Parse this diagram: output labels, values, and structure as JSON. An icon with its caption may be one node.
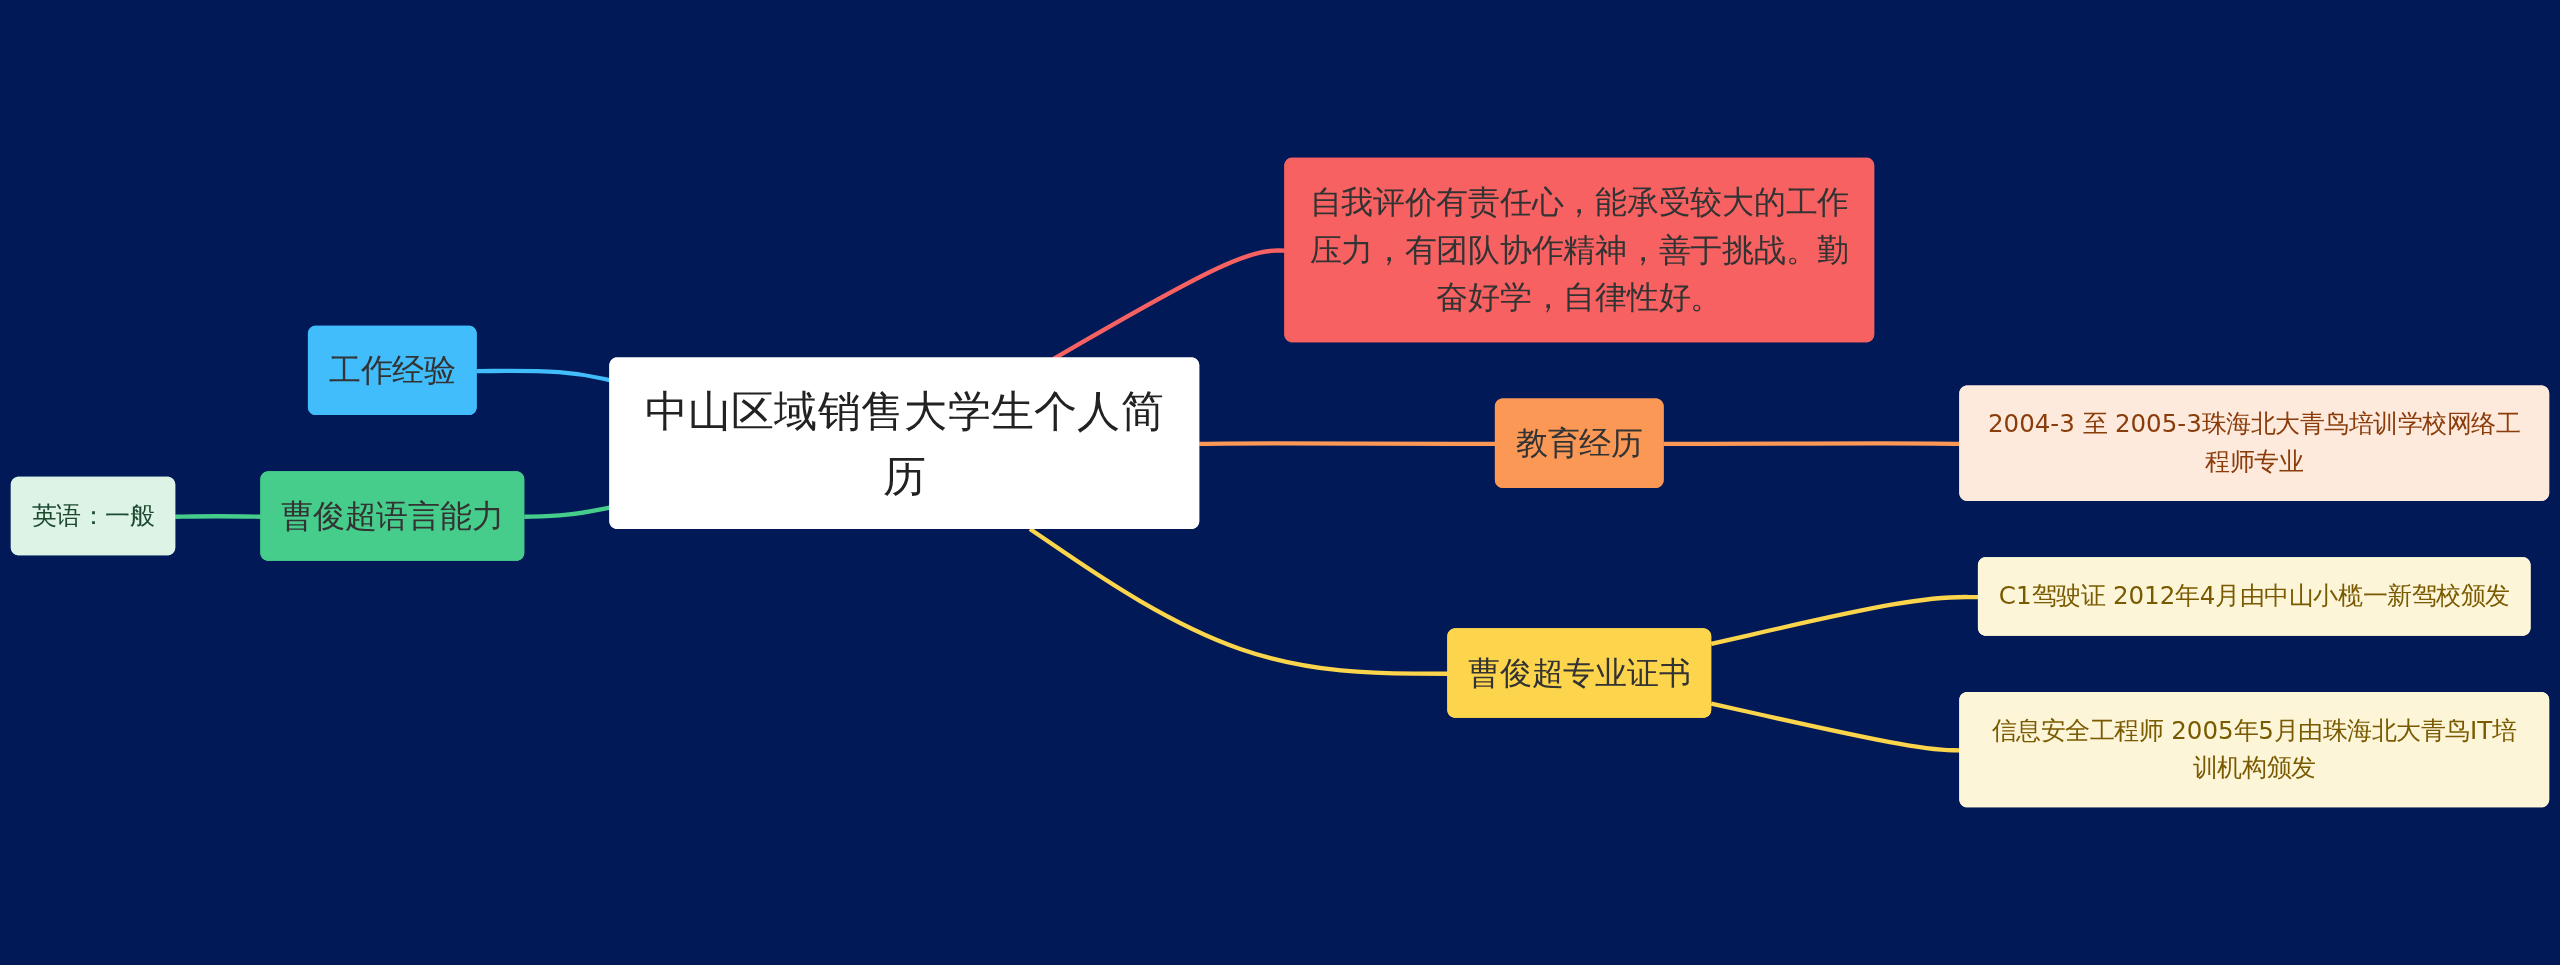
{
  "diagram": {
    "nodes": [
      {
        "text": [
          "中山区域销售大学生个人简历"
        ]
      },
      {
        "text": [
          "自我评价有责任心，能承受较大的工作压力，有团队协作精神，善于挑战。勤奋好学，自律性好。"
        ]
      },
      {
        "text": [
          "教育经历"
        ]
      },
      {
        "text": [
          "2004-3 至 2005-3珠海北大青鸟培训学校网络工程师专业"
        ]
      },
      {
        "text": [
          "曹俊超专业证书"
        ]
      },
      {
        "text": [
          "C1驾驶证 2012年4月由中山小榄一新驾校颁发"
        ]
      },
      {
        "text": [
          "信息安全工程师 2005年5月由珠海北大青鸟IT培训机构颁发"
        ]
      },
      {
        "text": [
          "工作经验"
        ]
      },
      {
        "text": [
          "曹俊超语言能力"
        ]
      },
      {
        "text": [
          "英语：一般"
        ]
      }
    ],
    "edges": [
      {
        "from": 0,
        "to": 1,
        "arrow": "none",
        "color": "#f86161"
      },
      {
        "from": 0,
        "to": 2,
        "arrow": "none",
        "color": "#fb9856"
      },
      {
        "from": 2,
        "to": 3,
        "arrow": "none",
        "color": "#fb9856"
      },
      {
        "from": 0,
        "to": 4,
        "arrow": "none",
        "color": "#fdd54c"
      },
      {
        "from": 4,
        "to": 5,
        "arrow": "none",
        "color": "#fdd54c"
      },
      {
        "from": 4,
        "to": 6,
        "arrow": "none",
        "color": "#fdd54c"
      },
      {
        "from": 0,
        "to": 7,
        "arrow": "none",
        "color": "#41bdfc"
      },
      {
        "from": 0,
        "to": 8,
        "arrow": "none",
        "color": "#46cc8b"
      },
      {
        "from": 8,
        "to": 9,
        "arrow": "none",
        "color": "#46cc8b"
      }
    ]
  }
}
